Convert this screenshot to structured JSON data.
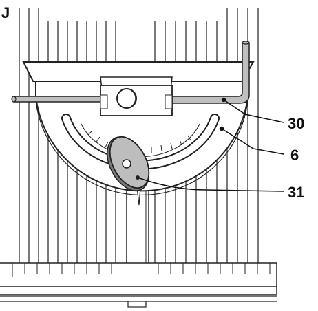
{
  "figure": {
    "panel_letter": "J",
    "callouts": [
      {
        "number": "30",
        "part": "hex-key"
      },
      {
        "number": "6",
        "part": "protractor-scale"
      },
      {
        "number": "31",
        "part": "locking-knob"
      }
    ]
  }
}
